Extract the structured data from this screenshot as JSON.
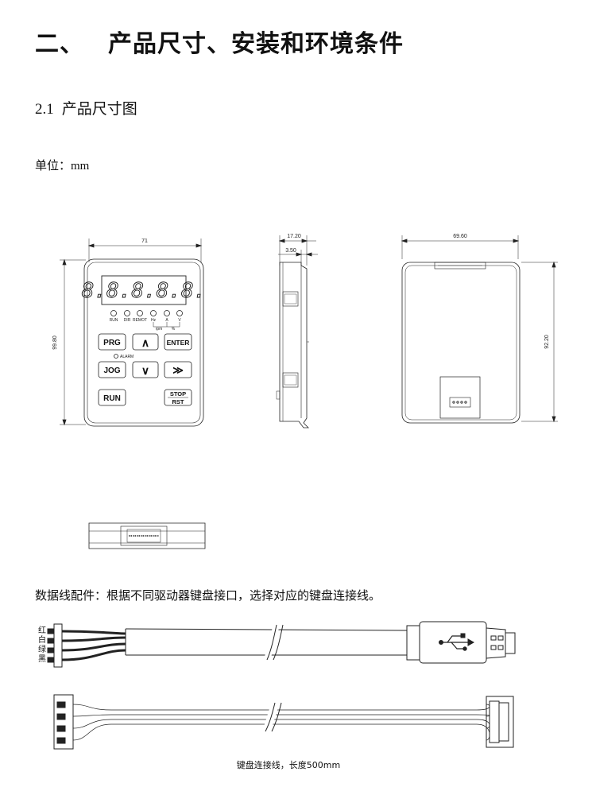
{
  "heading": {
    "number": "二、",
    "title": "产品尺寸、安装和环境条件"
  },
  "section": {
    "number": "2.1",
    "title": "产品尺寸图"
  },
  "unit_label": "单位：mm",
  "front_view": {
    "width_dim": "71",
    "height_dim": "99.80",
    "display_digits": "8.8.8.8.8.",
    "leds": [
      "RUN",
      "DIR",
      "REMOT",
      "Hz",
      "A",
      "V"
    ],
    "led_rpm": "rpm",
    "led_percent": "%",
    "alarm_label": "ALARM",
    "keys": {
      "prg": "PRG",
      "up": "∧",
      "enter": "ENTER",
      "jog": "JOG",
      "down": "∨",
      "shift": "≫",
      "run": "RUN",
      "stop": "STOP",
      "rst": "RST"
    }
  },
  "side_view": {
    "depth_dim": "17.20",
    "step_dim": "3.50"
  },
  "back_view": {
    "width_dim": "69.60",
    "height_dim": "92.20"
  },
  "cable_title": "数据线配件：根据不同驱动器键盘接口，选择对应的键盘连接线。",
  "wire_colors": [
    "红",
    "白",
    "绿",
    "黑"
  ],
  "cable_caption": "键盘连接线，长度500mm"
}
